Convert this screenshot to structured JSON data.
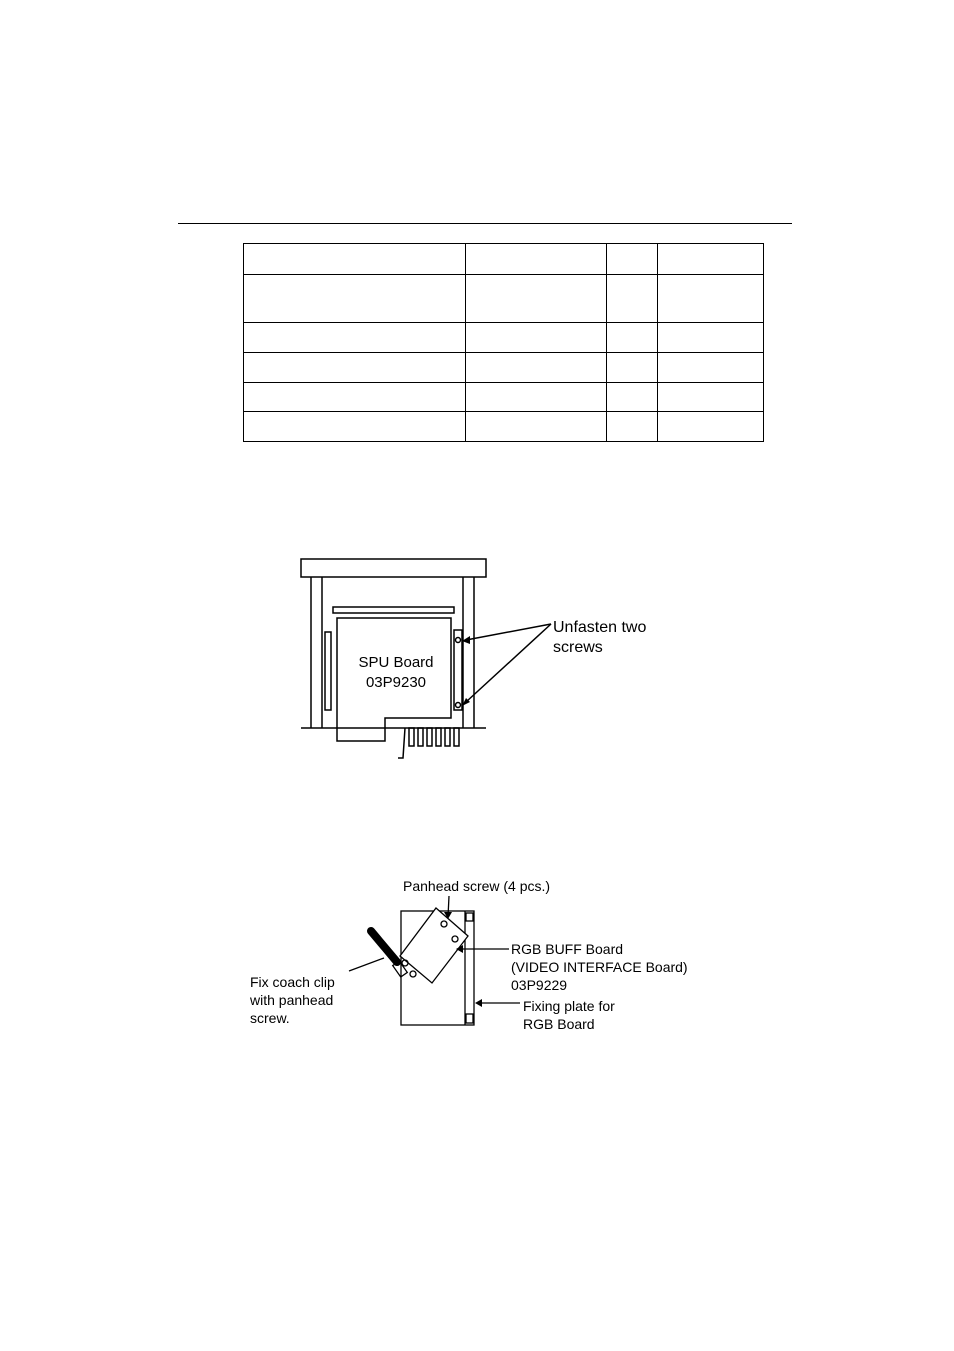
{
  "table": {
    "rows": [
      {
        "cells": [
          "",
          "",
          "",
          ""
        ]
      },
      {
        "cells": [
          "",
          "",
          "",
          ""
        ]
      },
      {
        "cells": [
          "",
          "",
          "",
          ""
        ]
      },
      {
        "cells": [
          "",
          "",
          "",
          ""
        ]
      },
      {
        "cells": [
          "",
          "",
          "",
          ""
        ]
      },
      {
        "cells": [
          "",
          "",
          "",
          ""
        ]
      }
    ]
  },
  "figure1": {
    "board_label_line1": "SPU Board",
    "board_label_line2": "03P9230",
    "callout_line1": "Unfasten two",
    "callout_line2": "screws"
  },
  "figure2": {
    "panhead_label": "Panhead screw (4 pcs.)",
    "rgb_line1": "RGB BUFF Board",
    "rgb_line2": "(VIDEO INTERFACE Board)",
    "rgb_line3": "03P9229",
    "clip_line1": "Fix coach clip",
    "clip_line2": "with panhead",
    "clip_line3": "screw.",
    "plate_line1": "Fixing plate for",
    "plate_line2": "RGB Board"
  }
}
